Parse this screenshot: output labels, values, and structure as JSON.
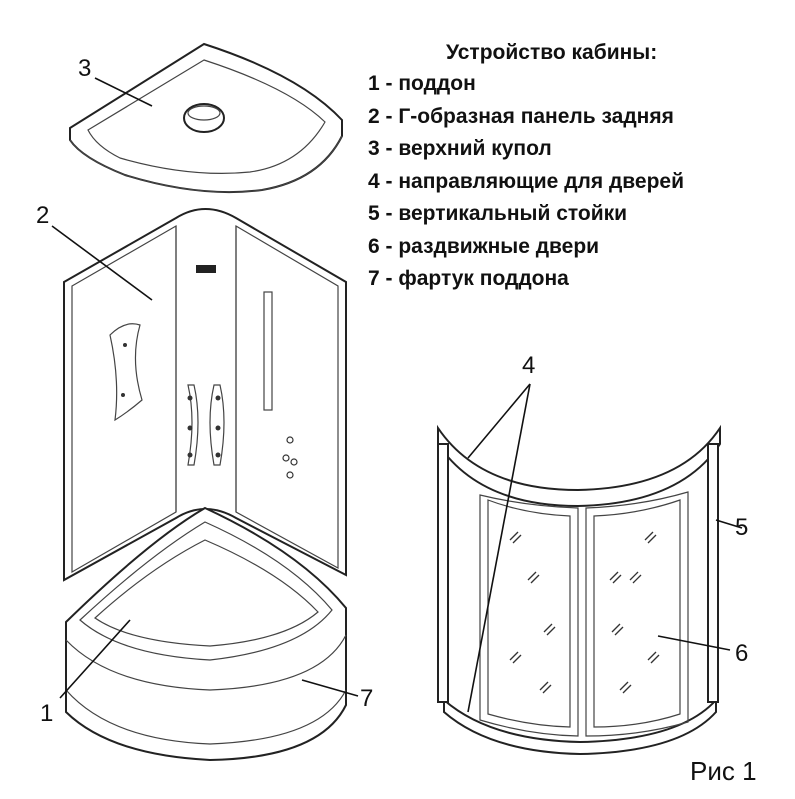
{
  "legend": {
    "title": "Устройство кабины:",
    "items": [
      "1 - поддон",
      "2 - Г-образная панель задняя",
      "3 - верхний купол",
      "4 - направляющие для дверей",
      "5 - вертикальный стойки",
      "6 - раздвижные двери",
      "7 - фартук поддона"
    ]
  },
  "callouts": {
    "n1": "1",
    "n2": "2",
    "n3": "3",
    "n4": "4",
    "n5": "5",
    "n6": "6",
    "n7": "7"
  },
  "caption": "Рис 1"
}
